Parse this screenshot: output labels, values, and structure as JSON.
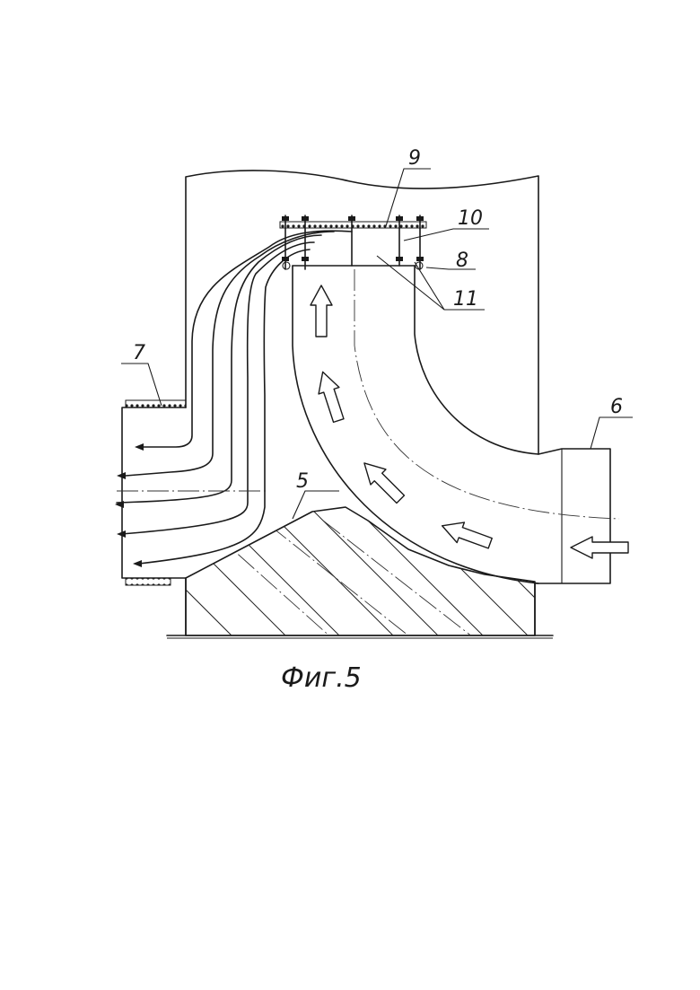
{
  "labels": {
    "l5": "5",
    "l6": "6",
    "l7": "7",
    "l8": "8",
    "l9": "9",
    "l10": "10",
    "l11": "11"
  },
  "caption": "Фиг.5"
}
